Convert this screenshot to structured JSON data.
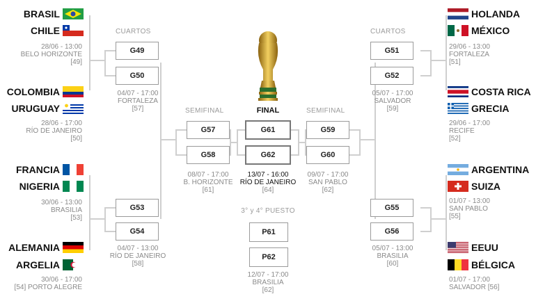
{
  "labels": {
    "cuartos_left": "CUARTOS",
    "cuartos_right": "CUARTOS",
    "semifinal_left": "SEMIFINAL",
    "semifinal_right": "SEMIFINAL",
    "final": "FINAL",
    "third_place": "3° y 4° PUESTO"
  },
  "left": {
    "m49": {
      "team1": "BRASIL",
      "team2": "CHILE",
      "date": "28/06 - 13:00",
      "venue": "BELO HORIZONTE",
      "num": "[49]"
    },
    "m50": {
      "team1": "COLOMBIA",
      "team2": "URUGUAY",
      "date": "28/06 - 17:00",
      "venue": "RÍO DE JANEIRO",
      "num": "[50]"
    },
    "m53": {
      "team1": "FRANCIA",
      "team2": "NIGERIA",
      "date": "30/06 - 13:00",
      "venue": "BRASILIA",
      "num": "[53]"
    },
    "m54": {
      "team1": "ALEMANIA",
      "team2": "ARGELIA",
      "date": "30/06 - 17:00",
      "venue": "[54] PORTO ALEGRE"
    }
  },
  "right": {
    "m51": {
      "team1": "HOLANDA",
      "team2": "MÉXICO",
      "date": "29/06 - 13:00",
      "venue": "FORTALEZA",
      "num": "[51]"
    },
    "m52": {
      "team1": "COSTA RICA",
      "team2": "GRECIA",
      "date": "29/06 - 17:00",
      "venue": "RECIFE",
      "num": "[52]"
    },
    "m55": {
      "team1": "ARGENTINA",
      "team2": "SUIZA",
      "date": "01/07 - 13:00",
      "venue": "SAN PABLO",
      "num": "[55]"
    },
    "m56": {
      "team1": "EEUU",
      "team2": "BÉLGICA",
      "date": "01/07 - 17:00",
      "venue": "SALVADOR [56]"
    }
  },
  "quarters": {
    "g49": "G49",
    "g50": "G50",
    "q57": {
      "date": "04/07 - 17:00",
      "venue": "FORTALEZA",
      "num": "[57]"
    },
    "g53": "G53",
    "g54": "G54",
    "q58": {
      "date": "04/07 - 13:00",
      "venue": "RÍO DE JANEIRO",
      "num": "[58]"
    },
    "g51": "G51",
    "g52": "G52",
    "q59": {
      "date": "05/07 - 17:00",
      "venue": "SALVADOR",
      "num": "[59]"
    },
    "g55": "G55",
    "g56": "G56",
    "q60": {
      "date": "05/07 - 13:00",
      "venue": "BRASILIA",
      "num": "[60]"
    }
  },
  "semis": {
    "g57": "G57",
    "g58": "G58",
    "s61": {
      "date": "08/07 - 17:00",
      "venue": "B. HORIZONTE",
      "num": "[61]"
    },
    "g59": "G59",
    "g60": "G60",
    "s62": {
      "date": "09/07 - 17:00",
      "venue": "SAN PABLO",
      "num": "[62]"
    }
  },
  "final": {
    "g61": "G61",
    "g62": "G62",
    "date": "13/07 - 16:00",
    "venue": "RÍO DE JANEIRO",
    "num": "[64]"
  },
  "third": {
    "p61": "P61",
    "p62": "P62",
    "date": "12/07 - 17:00",
    "venue": "BRASILIA",
    "num": "[62]"
  }
}
